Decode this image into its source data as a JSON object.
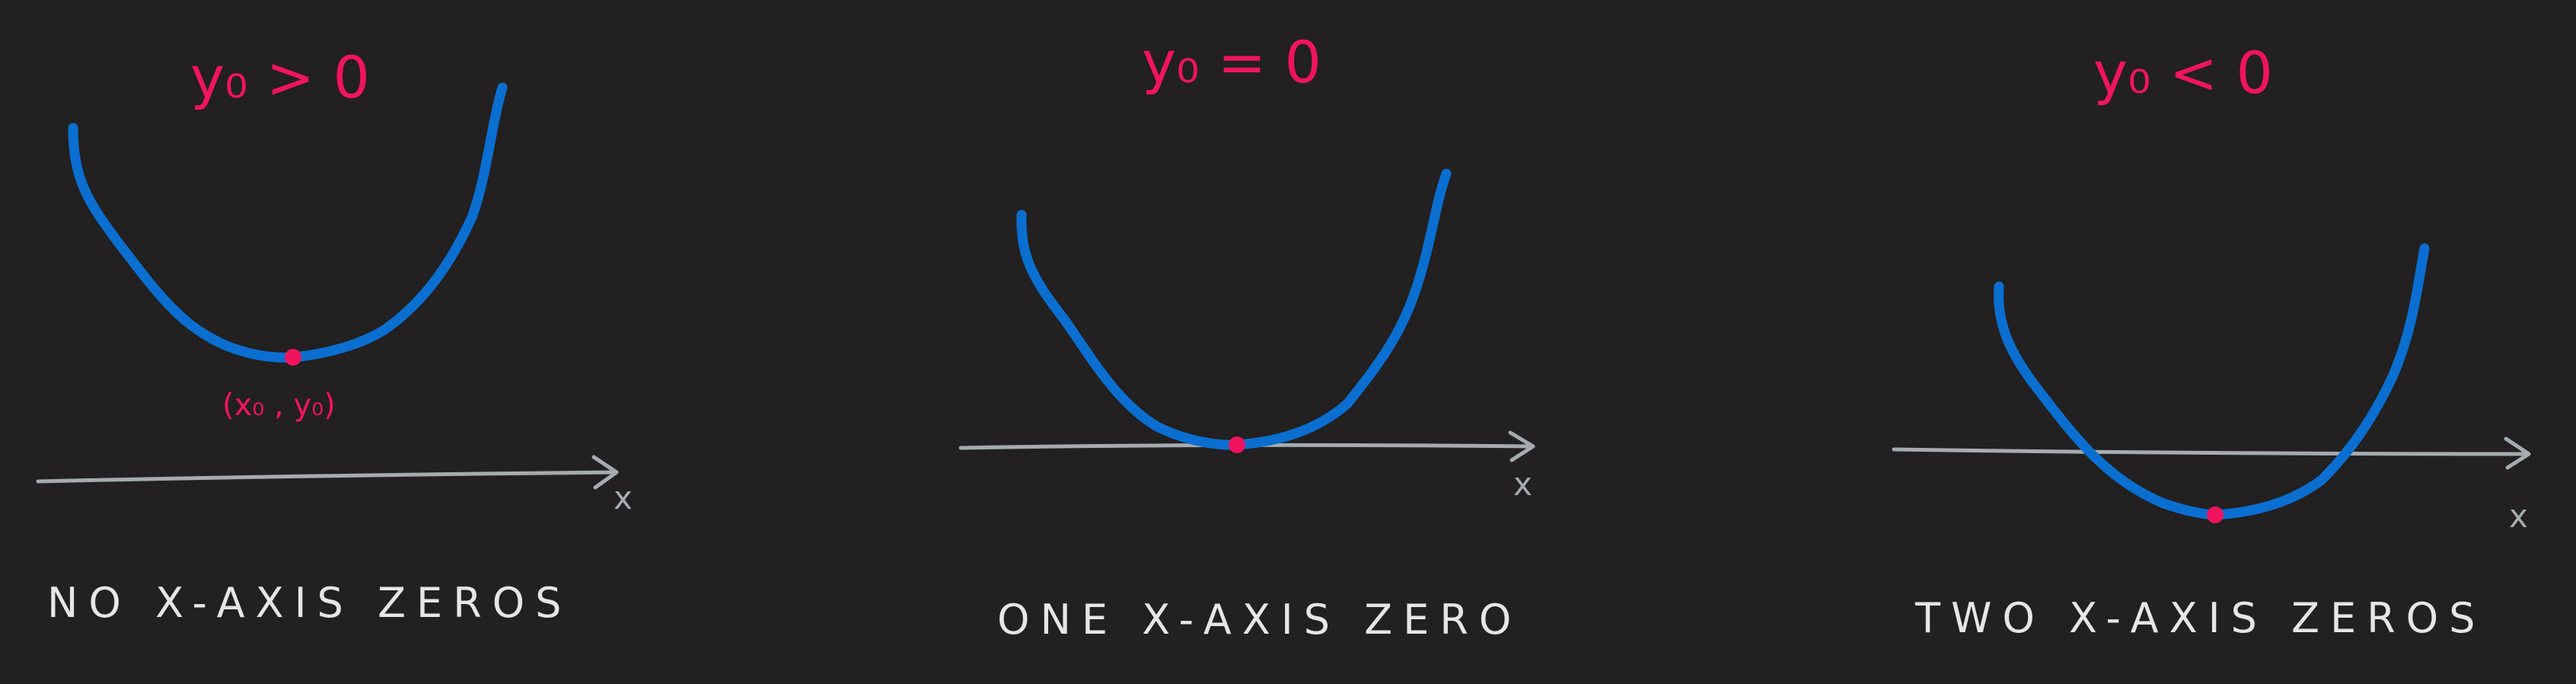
{
  "colors": {
    "background": "#222020",
    "curve": "#0a6fd1",
    "accent": "#f0145f",
    "axis": "#a4acb0",
    "caption": "#e6e6e6"
  },
  "panels": [
    {
      "header": "y₀ > 0",
      "vertex_label": "(x₀ , y₀)",
      "axis_label": "x",
      "caption": "NO X-AXIS ZEROS"
    },
    {
      "header": "y₀ = 0",
      "vertex_label": "",
      "axis_label": "x",
      "caption": "ONE X-AXIS ZERO"
    },
    {
      "header": "y₀ < 0",
      "vertex_label": "",
      "axis_label": "x",
      "caption": "TWO X-AXIS ZEROS"
    }
  ]
}
